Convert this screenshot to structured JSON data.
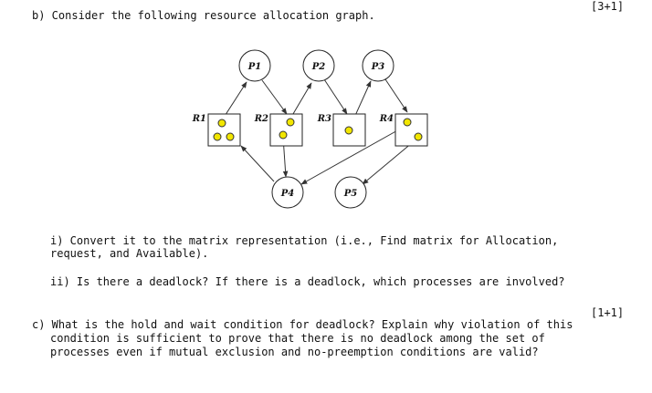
{
  "question_b": {
    "marks": "[3+1]",
    "intro": "b) Consider the following resource allocation graph.",
    "part_i_line1": "i) Convert it to the matrix representation (i.e., Find matrix for Allocation,",
    "part_i_line2": "request, and Available).",
    "part_ii": "ii) Is there a deadlock? If there is a deadlock, which processes are involved?"
  },
  "question_c": {
    "marks": "[1+1]",
    "line1": "c) What is the hold and wait condition for deadlock? Explain why violation of this",
    "line2": "condition is sufficient to prove that there is no deadlock among the set of",
    "line3": "processes even if mutual exclusion and no-preemption conditions are valid?"
  },
  "graph": {
    "processes": [
      "P1",
      "P2",
      "P3",
      "P4",
      "P5"
    ],
    "resources": [
      {
        "name": "R1",
        "instances": 3
      },
      {
        "name": "R2",
        "instances": 2
      },
      {
        "name": "R3",
        "instances": 1
      },
      {
        "name": "R4",
        "instances": 2
      }
    ],
    "instance_color": "#f2e600",
    "edges": [
      {
        "from": "R1",
        "to": "P1",
        "kind": "assignment"
      },
      {
        "from": "P1",
        "to": "R2",
        "kind": "request"
      },
      {
        "from": "R2",
        "to": "P2",
        "kind": "assignment"
      },
      {
        "from": "P2",
        "to": "R3",
        "kind": "request"
      },
      {
        "from": "R3",
        "to": "P3",
        "kind": "assignment"
      },
      {
        "from": "P3",
        "to": "R4",
        "kind": "request"
      },
      {
        "from": "R2",
        "to": "P4",
        "kind": "assignment"
      },
      {
        "from": "P4",
        "to": "R1",
        "kind": "request"
      },
      {
        "from": "R4",
        "to": "P4",
        "kind": "assignment"
      },
      {
        "from": "R4",
        "to": "P5",
        "kind": "assignment"
      }
    ]
  }
}
